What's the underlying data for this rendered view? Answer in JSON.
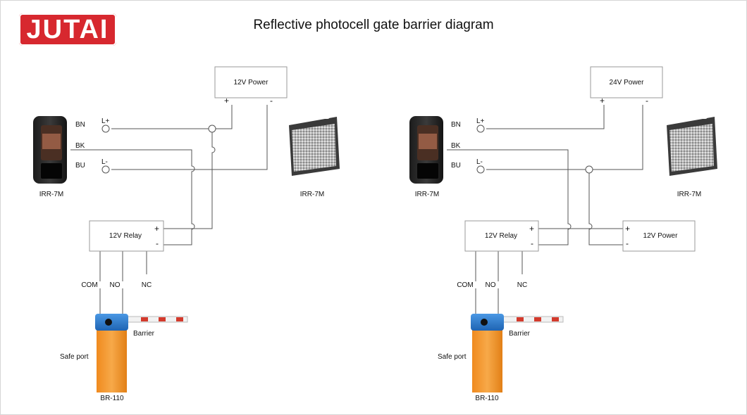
{
  "logo": {
    "text": "JUTAI",
    "bg_color": "#d7282f",
    "text_color": "#ffffff"
  },
  "title": "Reflective photocell gate barrier diagram",
  "left": {
    "power": {
      "label": "12V Power",
      "plus": "+",
      "minus": "-"
    },
    "photocell": {
      "label": "IRR-7M",
      "wires": [
        "BN",
        "BK",
        "BU"
      ],
      "terminals": [
        "L+",
        "L-"
      ]
    },
    "reflector": {
      "label": "IRR-7M"
    },
    "relay": {
      "label": "12V Relay",
      "plus": "+",
      "minus": "-",
      "outputs": [
        "COM",
        "NO",
        "NC"
      ]
    },
    "barrier": {
      "label": "Barrier",
      "safe_port": "Safe port",
      "model": "BR-110"
    }
  },
  "right": {
    "power": {
      "label": "24V Power",
      "plus": "+",
      "minus": "-"
    },
    "photocell": {
      "label": "IRR-7M",
      "wires": [
        "BN",
        "BK",
        "BU"
      ],
      "terminals": [
        "L+",
        "L-"
      ]
    },
    "reflector": {
      "label": "IRR-7M"
    },
    "relay": {
      "label": "12V Relay",
      "plus": "+",
      "minus": "-",
      "outputs": [
        "COM",
        "NO",
        "NC"
      ]
    },
    "relay_power": {
      "label": "12V Power",
      "plus": "+",
      "minus": "-"
    },
    "barrier": {
      "label": "Barrier",
      "safe_port": "Safe port",
      "model": "BR-110"
    }
  },
  "colors": {
    "wire": "#555555",
    "box_border": "#9a9a9a",
    "barrier_body": "#f5a03a",
    "barrier_cap": "#2f7fd0",
    "boom_stripe": "#d33a2c"
  }
}
